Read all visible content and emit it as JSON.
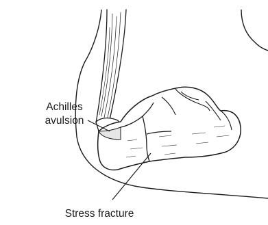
{
  "labels": {
    "achilles_line1": "Achilles",
    "achilles_line2": "avulsion",
    "stress_fracture": "Stress fracture"
  },
  "colors": {
    "ink": "#1a1a1a",
    "bone_shade": "#e6e6e6",
    "background": "#ffffff"
  }
}
